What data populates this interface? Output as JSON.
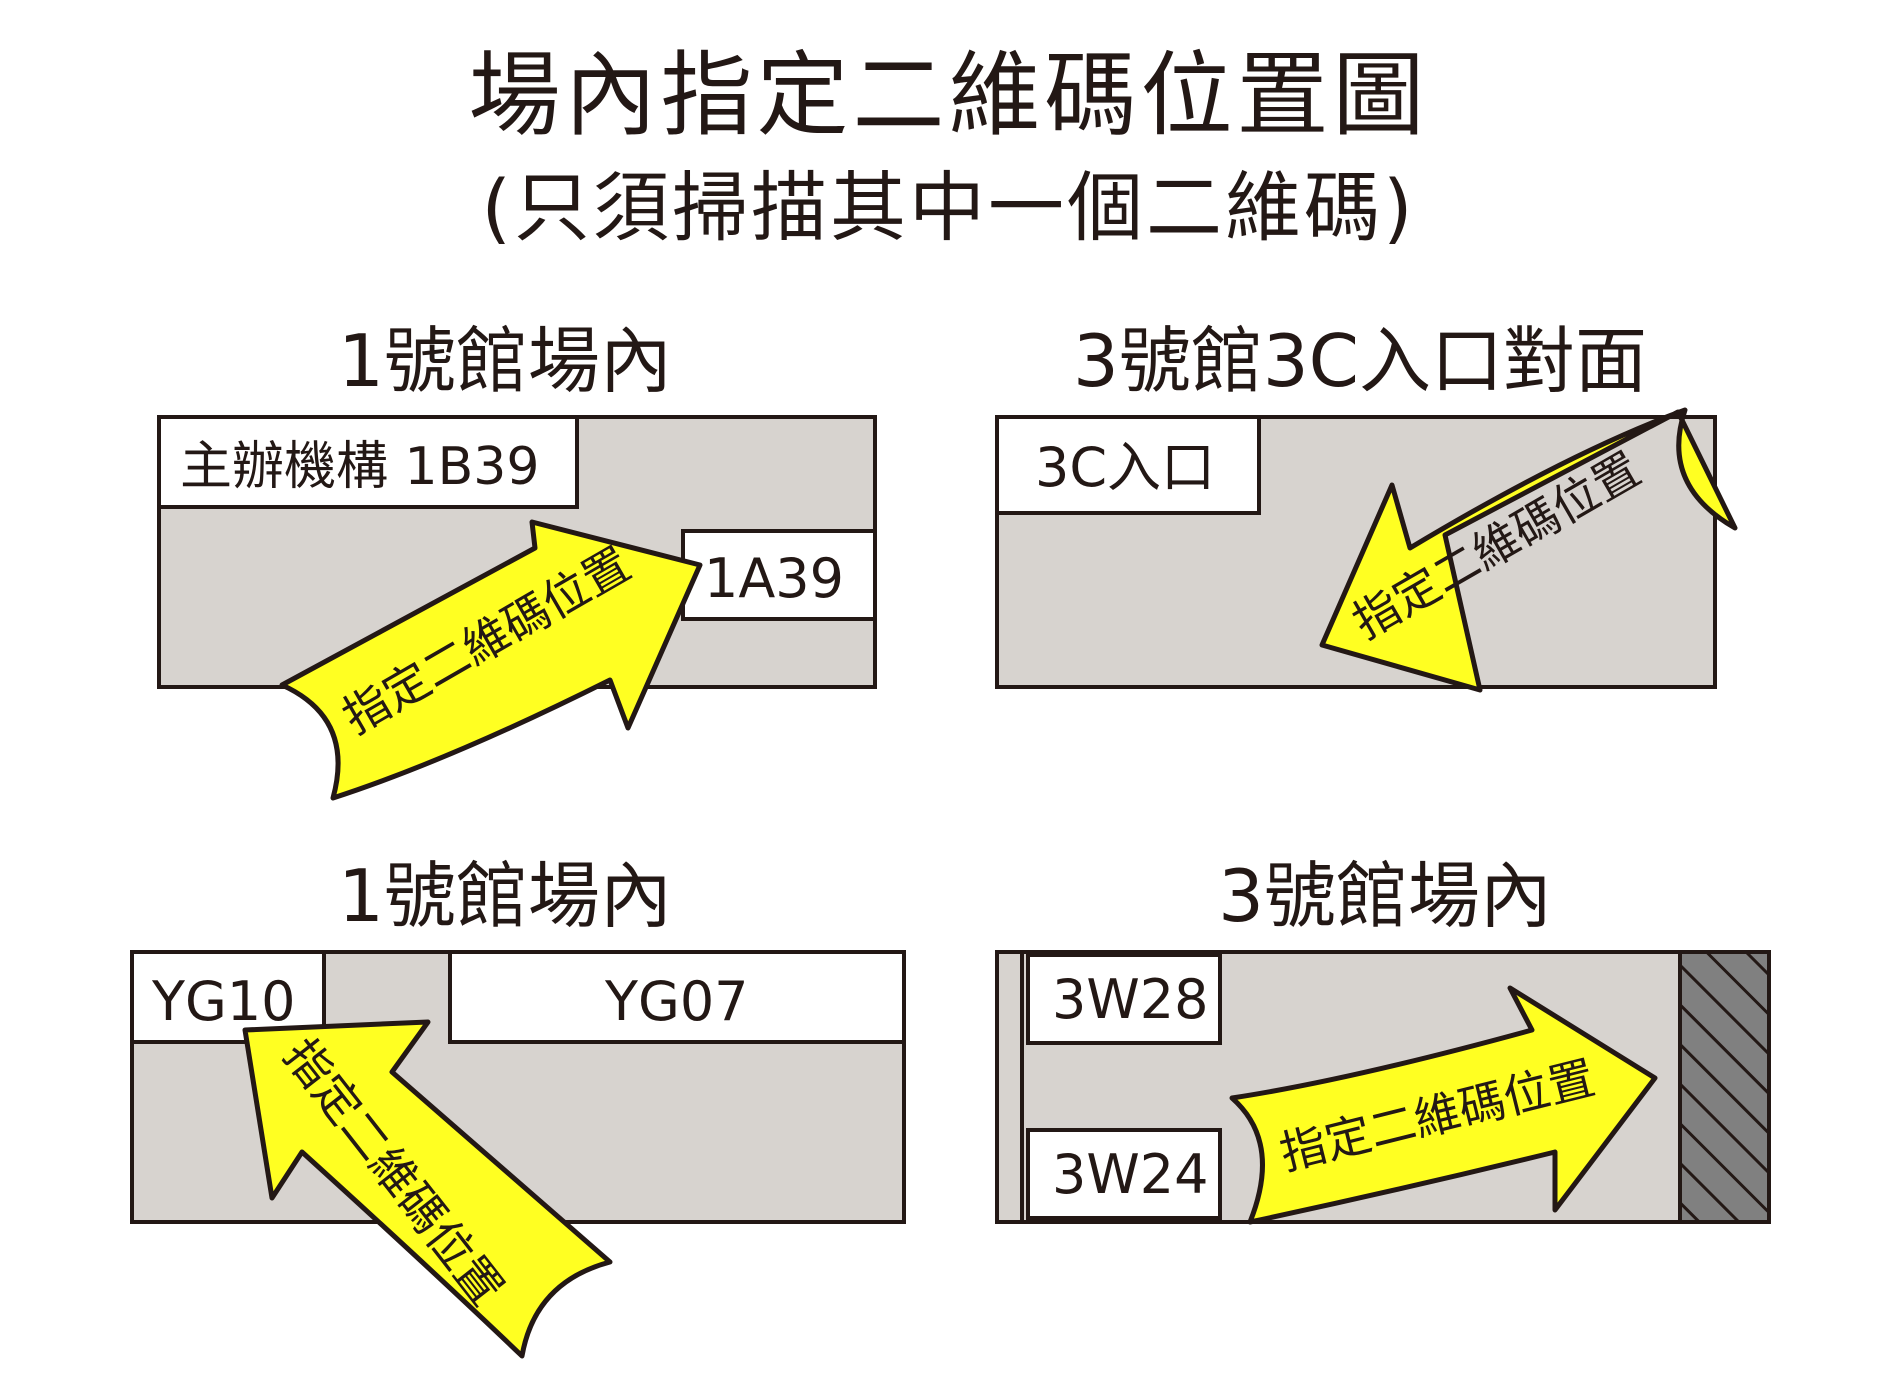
{
  "header": {
    "title": "場內指定二維碼位置圖",
    "subtitle": "(只須掃描其中一個二維碼)"
  },
  "panels": [
    {
      "title": "1號館場內",
      "boxes": [
        "主辦機構 1B39",
        "1A39"
      ],
      "arrow_label": "指定二維碼位置"
    },
    {
      "title": "3號館3C入口對面",
      "boxes": [
        "3C入口"
      ],
      "arrow_label": "指定二維碼位置"
    },
    {
      "title": "1號館場內",
      "boxes": [
        "YG10",
        "YG07"
      ],
      "arrow_label": "指定二維碼位置"
    },
    {
      "title": "3號館場內",
      "boxes": [
        "3W28",
        "3W24"
      ],
      "arrow_label": "指定二維碼位置"
    }
  ],
  "colors": {
    "area_fill": "#d7d3cf",
    "arrow_fill": "#ffff22",
    "outline": "#231815",
    "hatch_fill": "#808080"
  }
}
